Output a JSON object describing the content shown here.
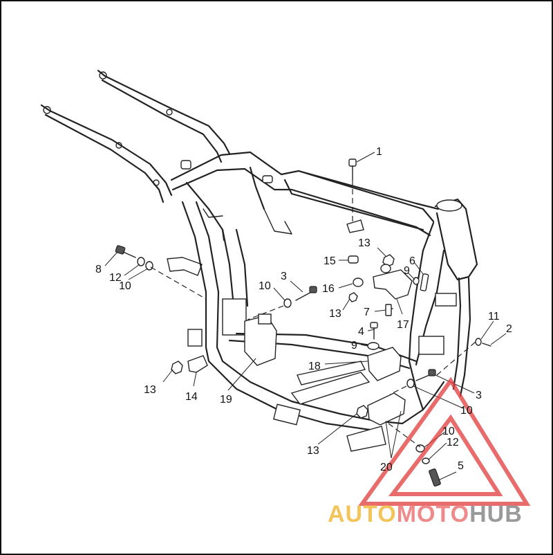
{
  "callouts": [
    {
      "id": "c1",
      "label": "1"
    },
    {
      "id": "c2",
      "label": "2"
    },
    {
      "id": "c3a",
      "label": "3"
    },
    {
      "id": "c3b",
      "label": "3"
    },
    {
      "id": "c4",
      "label": "4"
    },
    {
      "id": "c5",
      "label": "5"
    },
    {
      "id": "c6",
      "label": "6"
    },
    {
      "id": "c7",
      "label": "7"
    },
    {
      "id": "c8",
      "label": "8"
    },
    {
      "id": "c9a",
      "label": "9"
    },
    {
      "id": "c9b",
      "label": "9"
    },
    {
      "id": "c10a",
      "label": "10"
    },
    {
      "id": "c10b",
      "label": "10"
    },
    {
      "id": "c10c",
      "label": "10"
    },
    {
      "id": "c10d",
      "label": "10"
    },
    {
      "id": "c11",
      "label": "11"
    },
    {
      "id": "c12a",
      "label": "12"
    },
    {
      "id": "c12b",
      "label": "12"
    },
    {
      "id": "c13a",
      "label": "13"
    },
    {
      "id": "c13b",
      "label": "13"
    },
    {
      "id": "c13c",
      "label": "13"
    },
    {
      "id": "c13d",
      "label": "13"
    },
    {
      "id": "c14",
      "label": "14"
    },
    {
      "id": "c15",
      "label": "15"
    },
    {
      "id": "c16",
      "label": "16"
    },
    {
      "id": "c17",
      "label": "17"
    },
    {
      "id": "c18",
      "label": "18"
    },
    {
      "id": "c19",
      "label": "19"
    },
    {
      "id": "c20",
      "label": "20"
    }
  ],
  "watermark": {
    "part1": "AUTO",
    "part2": "MOTO",
    "part3": "HUB",
    "color_part1": "#F2C45A",
    "color_part2": "#EE8A8A",
    "color_part3": "#9A9A9A",
    "triangle_color": "#E23B3B"
  }
}
